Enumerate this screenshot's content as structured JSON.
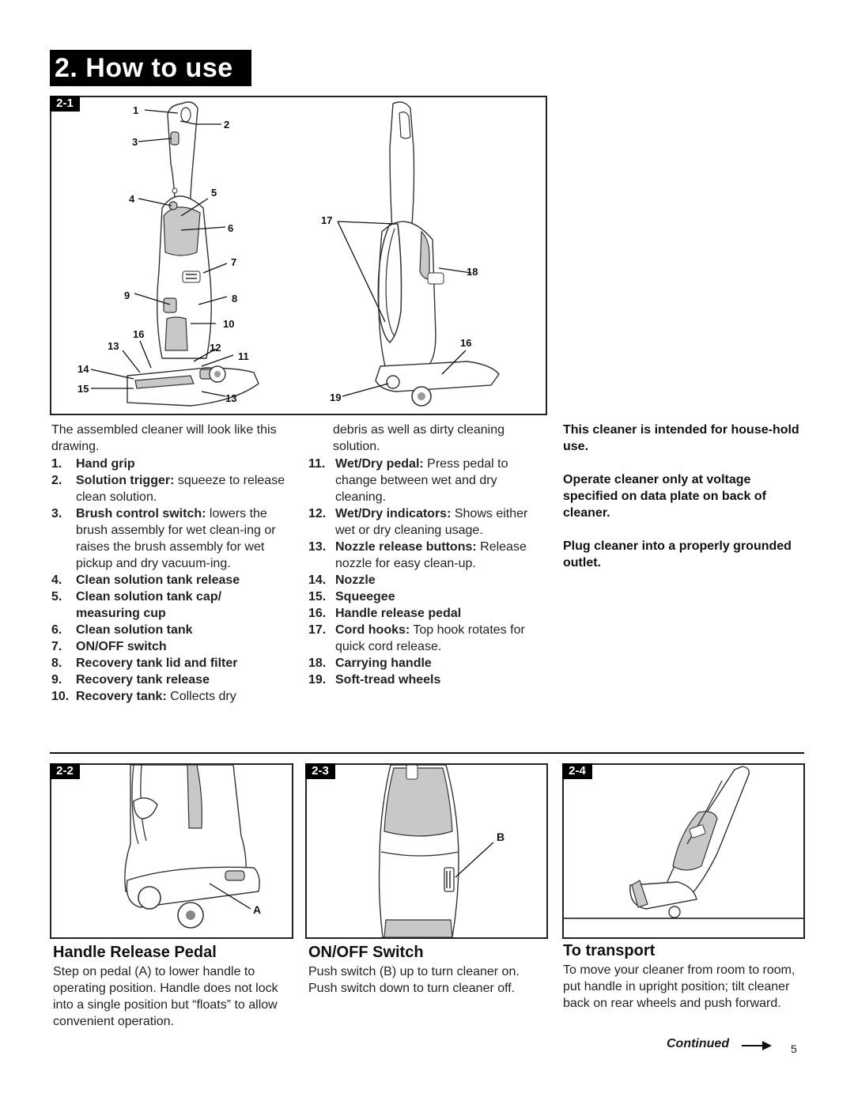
{
  "page_title": "2. How to use",
  "figure_2_1": {
    "tag": "2-1",
    "callouts_left": [
      "1",
      "2",
      "3",
      "4",
      "5",
      "6",
      "7",
      "8",
      "9",
      "10",
      "11",
      "12",
      "13",
      "13",
      "14",
      "15",
      "16"
    ],
    "callouts_right": [
      "16",
      "17",
      "18",
      "19"
    ]
  },
  "intro_text": "The assembled cleaner will look like this drawing.",
  "parts_col1": [
    {
      "num": "1.",
      "label": "Hand grip",
      "desc": ""
    },
    {
      "num": "2.",
      "label": "Solution trigger:",
      "desc": " squeeze to release clean solution."
    },
    {
      "num": "3.",
      "label": "Brush control switch:",
      "desc": " lowers the brush assembly for wet clean-ing or raises the brush assembly for wet pickup and dry vacuum-ing."
    },
    {
      "num": "4.",
      "label": "Clean solution tank release",
      "desc": ""
    },
    {
      "num": "5.",
      "label": "Clean solution tank cap/ measuring cup",
      "desc": ""
    },
    {
      "num": "6.",
      "label": "Clean solution tank",
      "desc": ""
    },
    {
      "num": "7.",
      "label": "ON/OFF switch",
      "desc": ""
    },
    {
      "num": "8.",
      "label": "Recovery tank lid and filter",
      "desc": ""
    },
    {
      "num": "9.",
      "label": "Recovery tank release",
      "desc": ""
    },
    {
      "num": "10.",
      "label": "Recovery tank:",
      "desc": " Collects dry"
    }
  ],
  "col2_continuation": "debris as well as dirty cleaning solution.",
  "parts_col2": [
    {
      "num": "11.",
      "label": "Wet/Dry pedal:",
      "desc": " Press pedal to change between wet and dry cleaning."
    },
    {
      "num": "12.",
      "label": "Wet/Dry indicators:",
      "desc": " Shows either wet or dry cleaning usage."
    },
    {
      "num": "13.",
      "label": "Nozzle release buttons:",
      "desc": " Release nozzle for easy clean-up."
    },
    {
      "num": "14.",
      "label": "Nozzle",
      "desc": ""
    },
    {
      "num": "15.",
      "label": "Squeegee",
      "desc": ""
    },
    {
      "num": "16.",
      "label": "Handle release pedal",
      "desc": ""
    },
    {
      "num": "17.",
      "label": "Cord hooks:",
      "desc": " Top hook rotates for quick cord release."
    },
    {
      "num": "18.",
      "label": "Carrying handle",
      "desc": ""
    },
    {
      "num": "19.",
      "label": "Soft-tread wheels",
      "desc": ""
    }
  ],
  "notes": [
    "This cleaner is intended for house-hold use.",
    "Operate cleaner only at voltage specified on data plate on back of cleaner.",
    "Plug cleaner into a properly grounded outlet."
  ],
  "figure_2_2": {
    "tag": "2-2",
    "callout": "A"
  },
  "figure_2_3": {
    "tag": "2-3",
    "callout": "B"
  },
  "figure_2_4": {
    "tag": "2-4"
  },
  "sections": [
    {
      "heading": "Handle Release Pedal",
      "body": "Step on pedal (A) to lower handle to operating position.  Handle does not lock into a single position but “floats” to allow convenient operation."
    },
    {
      "heading": "ON/OFF Switch",
      "body": "Push switch (B) up to turn cleaner on. Push switch down to turn cleaner off."
    },
    {
      "heading": "To transport",
      "body": "To move your cleaner from room to room, put handle in upright position; tilt cleaner back on rear wheels and push forward."
    }
  ],
  "footer": {
    "continued": "Continued",
    "page_number": "5"
  }
}
